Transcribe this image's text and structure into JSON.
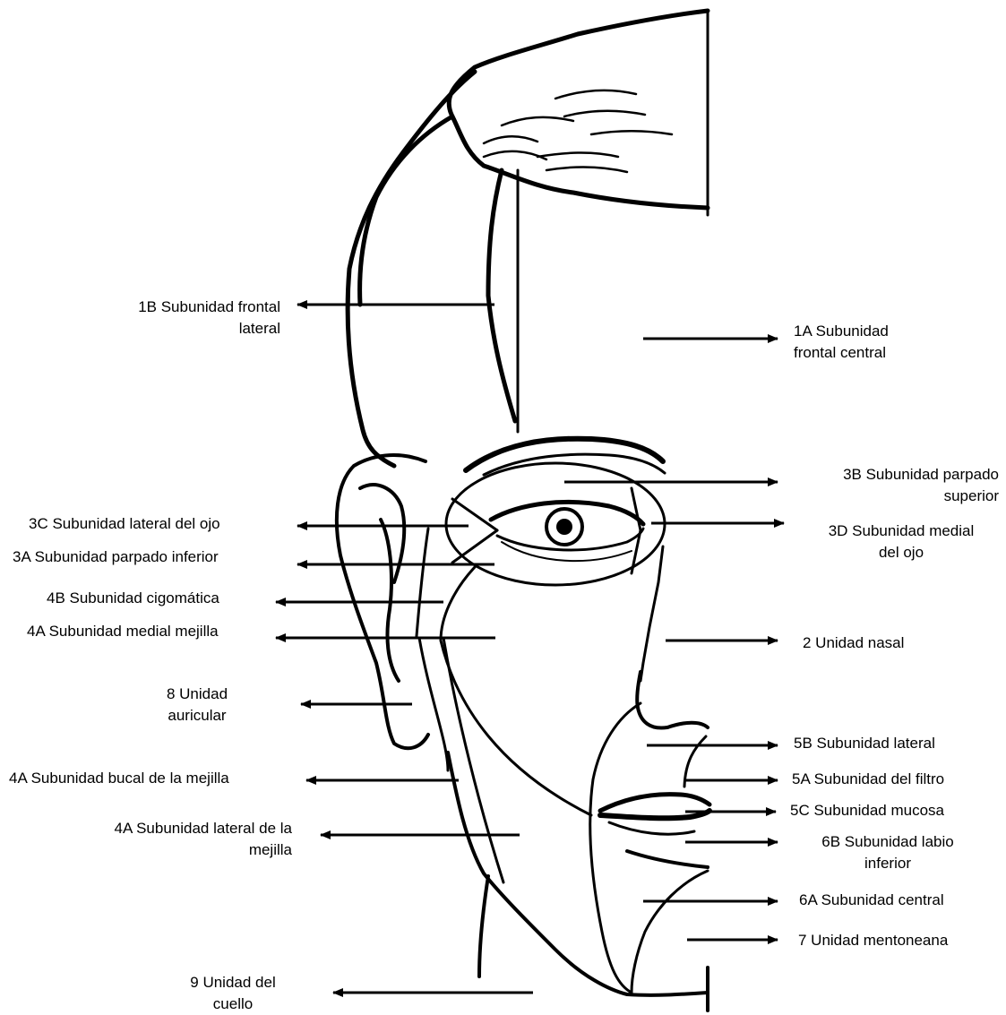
{
  "labels": {
    "l1b": {
      "line1": "1B  Subunidad frontal",
      "line2": "lateral"
    },
    "l1a": {
      "line1": "1A  Subunidad",
      "line2": "frontal central"
    },
    "l3b": {
      "line1": "3B  Subunidad parpado",
      "line2": "superior"
    },
    "l3c": {
      "line1": "3C  Subunidad lateral del ojo"
    },
    "l3d": {
      "line1": "3D  Subunidad medial",
      "line2": "del ojo"
    },
    "l3a": {
      "line1": "3A Subunidad parpado inferior"
    },
    "l4b": {
      "line1": "4B  Subunidad cigomática"
    },
    "l4a_medial": {
      "line1": "4A Subunidad medial mejilla"
    },
    "l2": {
      "line1": "2  Unidad nasal"
    },
    "l8": {
      "line1": "8  Unidad",
      "line2": "auricular"
    },
    "l5b": {
      "line1": "5B  Subunidad lateral"
    },
    "l5a": {
      "line1": "5A  Subunidad del filtro"
    },
    "l4a_bucal": {
      "line1": "4A Subunidad bucal de la mejilla"
    },
    "l5c": {
      "line1": "5C  Subunidad mucosa"
    },
    "l4a_lateral": {
      "line1": "4A Subunidad lateral de la",
      "line2": "mejilla"
    },
    "l6b": {
      "line1": "6B  Subunidad labio",
      "line2": "inferior"
    },
    "l6a": {
      "line1": "6A  Subunidad central"
    },
    "l7": {
      "line1": "7  Unidad mentoneana"
    },
    "l9": {
      "line1": "9  Unidad del",
      "line2": "cuello"
    }
  },
  "colors": {
    "ink": "#000000",
    "background": "#ffffff"
  }
}
